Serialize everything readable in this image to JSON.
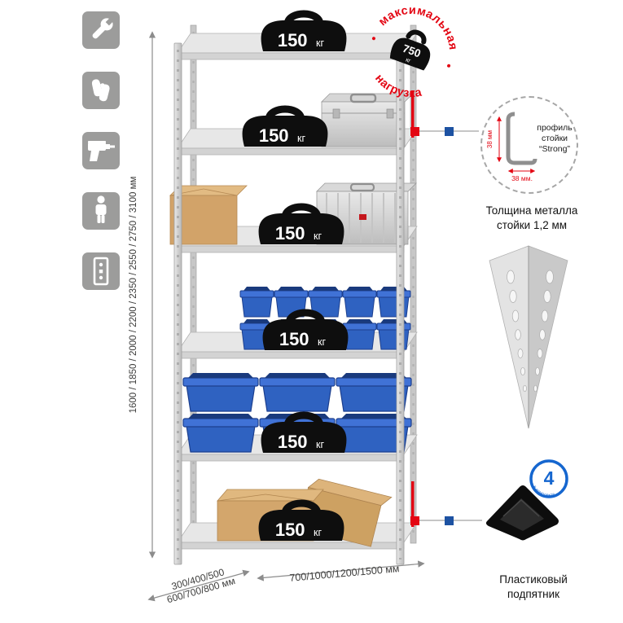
{
  "sidebar_icons": [
    {
      "name": "wrench-icon"
    },
    {
      "name": "gloves-icon"
    },
    {
      "name": "drill-icon"
    },
    {
      "name": "person-icon"
    },
    {
      "name": "rack-post-icon"
    }
  ],
  "dimensions": {
    "height": "1600 / 1850 / 2000 / 2200 / 2350 / 2550 / 2750 / 3100 мм",
    "depth_line1": "300/400/500",
    "depth_line2": "600/700/800 мм",
    "width": "700/1000/1200/1500 мм"
  },
  "rack": {
    "shelves": [
      {
        "load": "150",
        "unit": "кг"
      },
      {
        "load": "150",
        "unit": "кг"
      },
      {
        "load": "150",
        "unit": "кг"
      },
      {
        "load": "150",
        "unit": "кг"
      },
      {
        "load": "150",
        "unit": "кг"
      },
      {
        "load": "150",
        "unit": "кг"
      }
    ]
  },
  "max_load_stamp": {
    "arc_top": "максимальная",
    "arc_bottom": "нагрузка",
    "value": "750",
    "unit": "кг"
  },
  "profile_callout": {
    "label_line1": "профиль",
    "label_line2": "стойки",
    "label_line3": "“Strong”",
    "dim_vertical": "38 мм",
    "dim_horizontal": "38 мм.",
    "caption_line1": "Толщина металла",
    "caption_line2": "стойки 1,2 мм"
  },
  "foot_callout": {
    "badge_value": "4",
    "badge_label": "в комплекте",
    "caption_line1": "Пластиковый",
    "caption_line2": "подпятник"
  },
  "colors": {
    "accent_red": "#e30613",
    "accent_blue": "#1d52a2",
    "bin_blue": "#2f62c1",
    "metal_gray": "#d3d3d3",
    "icon_gray": "#9c9c9b"
  }
}
